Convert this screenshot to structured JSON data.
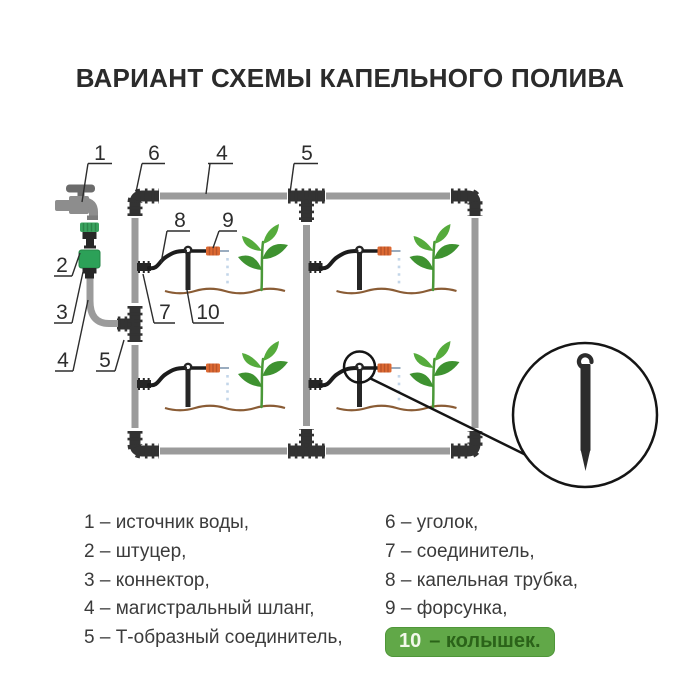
{
  "title": "ВАРИАНТ СХЕМЫ КАПЕЛЬНОГО ПОЛИВА",
  "callouts": {
    "n1": "1",
    "n2": "2",
    "n3": "3",
    "n4a": "4",
    "n4b": "4",
    "n5a": "5",
    "n5b": "5",
    "n6": "6",
    "n7": "7",
    "n8": "8",
    "n9": "9",
    "n10": "10"
  },
  "legend": {
    "left": [
      {
        "label": "1 – источник воды,"
      },
      {
        "label": "2 – штуцер,"
      },
      {
        "label": "3 – коннектор,"
      },
      {
        "label": "4 – магистральный шланг,"
      },
      {
        "label": "5 – Т-образный соединитель,"
      }
    ],
    "right": [
      {
        "label": "6 – уголок,"
      },
      {
        "label": "7 – соединитель,"
      },
      {
        "label": "8 – капельная трубка,"
      },
      {
        "label": "9 – форсунка,"
      }
    ],
    "badge": {
      "num": "10",
      "text": "– колышек."
    }
  },
  "colors": {
    "pipe_gray": "#9b9b9b",
    "fitting_black": "#333333",
    "connector_green": "#2ca158",
    "nozzle_orange": "#dd6a33",
    "drop_blue": "#c3d6e9",
    "soil_brown": "#8a5c35",
    "leaf_light": "#55ab3c",
    "leaf_dark": "#3e9230",
    "badge_green": "#61a848",
    "badge_text_dark": "#2b6319",
    "title_text": "#2b2b2b"
  }
}
